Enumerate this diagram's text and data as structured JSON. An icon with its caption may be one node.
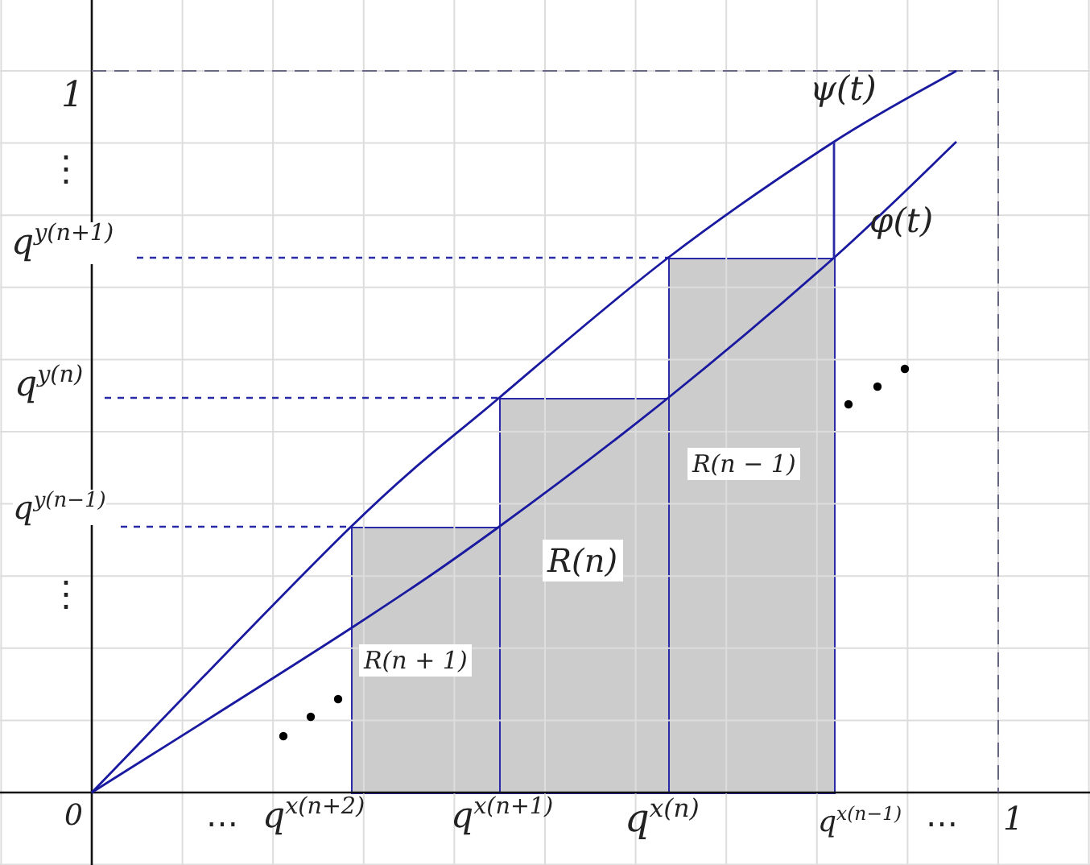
{
  "diagram": {
    "nodes": [
      {
        "text": [
          "R(n + 1)"
        ]
      },
      {
        "text": [
          "R(n)"
        ]
      },
      {
        "text": [
          "R(n − 1)"
        ]
      },
      {
        "text": [
          "q$^{y(n+1)}$"
        ]
      },
      {
        "text": [
          "q$^{y(n)}$"
        ]
      },
      {
        "text": [
          "q$^{y(n−1)}$"
        ]
      }
    ],
    "edges": [
      {
        "from": 3,
        "to": 2,
        "arrow": "none",
        "style": "dashed"
      },
      {
        "from": 4,
        "to": 1,
        "arrow": "none",
        "style": "dashed"
      },
      {
        "from": 5,
        "to": 0,
        "arrow": "none",
        "style": "dashed"
      }
    ],
    "labels": [
      "1",
      "⋮",
      "⋮",
      "0",
      "⋯",
      "q$^{x(n+2)}$",
      "q$^{x(n+1)}$",
      "q$^{x(n)}$",
      "q$^{x(n−1)}$",
      "⋯",
      "1",
      "ψ(t)",
      "φ(t)"
    ]
  }
}
